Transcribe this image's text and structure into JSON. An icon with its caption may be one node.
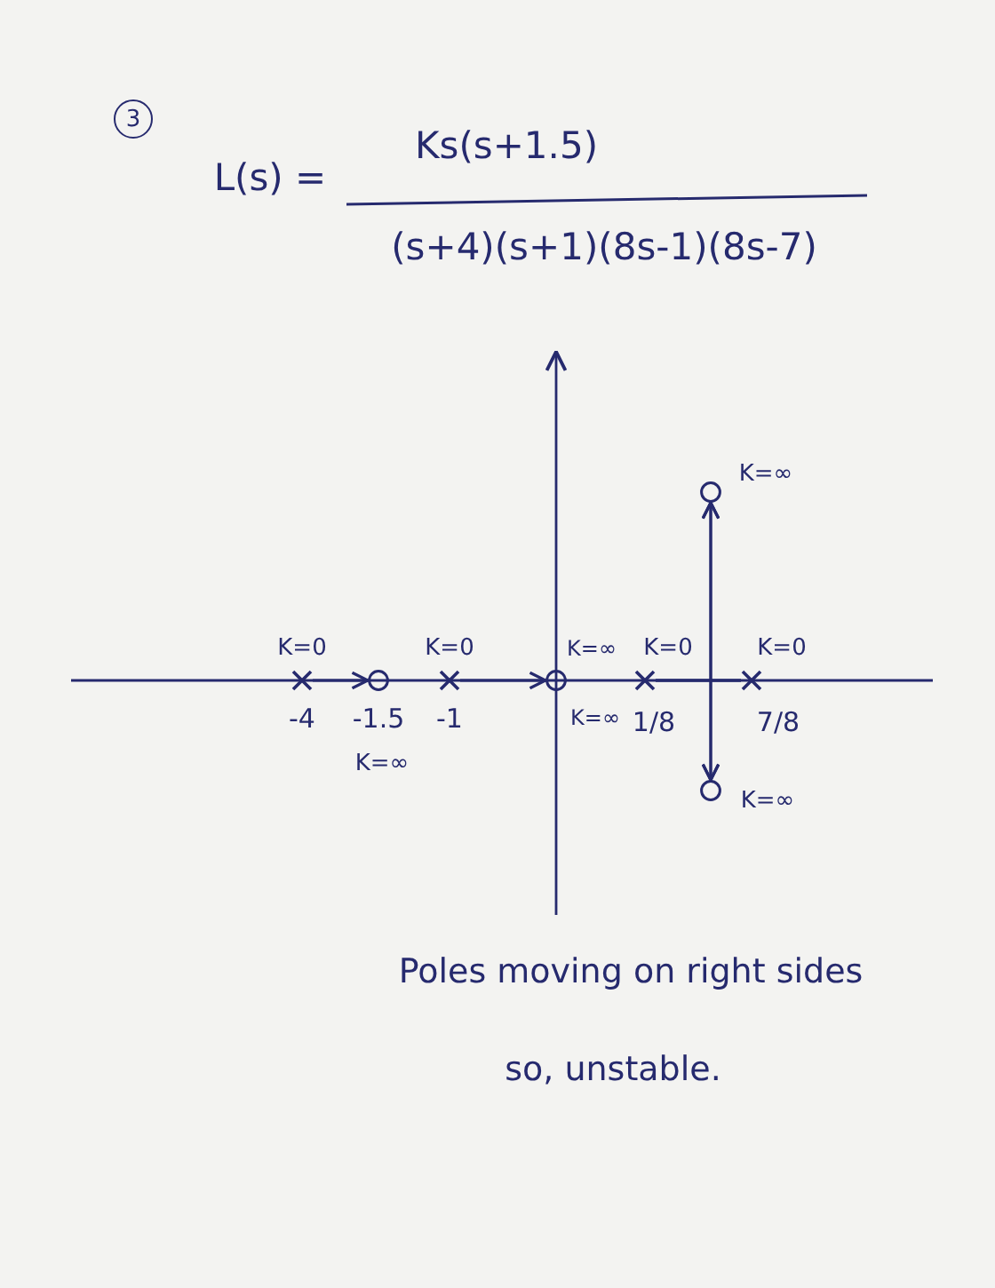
{
  "diagram": {
    "nodes": [
      {
        "text": [
          "3"
        ]
      },
      {
        "text": [],
        "shape": "circle",
        "beside": [
          "K=∞"
        ]
      },
      {
        "text": [],
        "shape": "cross",
        "beside": [
          "K=0",
          "-4"
        ]
      },
      {
        "text": [],
        "shape": "circle",
        "beside": [
          "-1.5",
          "K=∞"
        ]
      },
      {
        "text": [],
        "shape": "cross",
        "beside": [
          "K=0",
          "-1"
        ]
      },
      {
        "text": [],
        "shape": "circle",
        "beside": [
          "K=∞",
          "K=∞"
        ]
      },
      {
        "text": [],
        "shape": "cross",
        "beside": [
          "K=0",
          "1/8"
        ]
      },
      {
        "text": [],
        "shape": "cross",
        "beside": [
          "K=0",
          "7/8"
        ]
      },
      {
        "text": [],
        "shape": "circle",
        "beside": [
          "K=∞"
        ]
      }
    ],
    "edges": [
      {
        "from": 2,
        "to": 3,
        "arrow": "to"
      },
      {
        "from": 4,
        "to": 5,
        "arrow": "to"
      },
      {
        "from": 6,
        "to": 1,
        "arrow": "to"
      },
      {
        "from": 6,
        "to": 8,
        "arrow": "to"
      },
      {
        "from": 7,
        "to": 1,
        "arrow": "to"
      },
      {
        "from": 7,
        "to": 8,
        "arrow": "to"
      }
    ],
    "labels": [
      "L(s) =",
      "Ks(s+1.5)",
      "(s+4)(s+1)(8s-1)(8s-7)",
      "Poles moving on right sides",
      "so, unstable."
    ]
  }
}
